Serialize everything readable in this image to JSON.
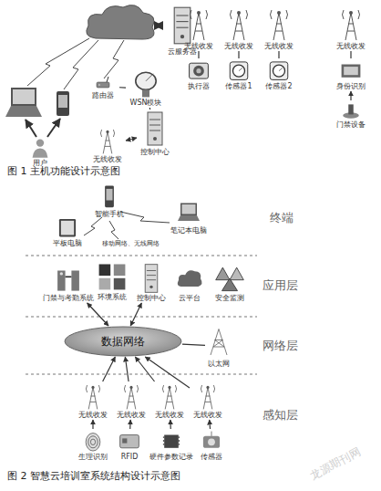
{
  "diagram": {
    "nodes": [
      {
        "text": [
          "云服务器"
        ]
      },
      {
        "text": [
          "路由器"
        ]
      },
      {
        "text": [
          "WSN模块"
        ]
      },
      {
        "text": [
          "控制中心"
        ]
      },
      {
        "text": [
          "无线收发"
        ]
      },
      {
        "text": [
          "用户"
        ]
      },
      {
        "text": [
          "无线收发"
        ]
      },
      {
        "text": [
          "无线收发"
        ]
      },
      {
        "text": [
          "无线收发"
        ]
      },
      {
        "text": [
          "无线收发"
        ]
      },
      {
        "text": [
          "执行器"
        ]
      },
      {
        "text": [
          "传感器1"
        ]
      },
      {
        "text": [
          "传感器2"
        ]
      },
      {
        "text": [
          "身份识别"
        ]
      },
      {
        "text": [
          "门禁设备"
        ]
      },
      {
        "text": [
          "智能手机"
        ]
      },
      {
        "text": [
          "平板电脑"
        ]
      },
      {
        "text": [
          "笔记本电脑"
        ]
      },
      {
        "text": [
          "门禁与考勤系统"
        ]
      },
      {
        "text": [
          "环境系统"
        ]
      },
      {
        "text": [
          "控制中心"
        ]
      },
      {
        "text": [
          "云平台"
        ]
      },
      {
        "text": [
          "安全监测"
        ]
      },
      {
        "text": [
          "数据网络"
        ]
      },
      {
        "text": [
          "以太网"
        ]
      },
      {
        "text": [
          "无线收发"
        ]
      },
      {
        "text": [
          "无线收发"
        ]
      },
      {
        "text": [
          "无线收发"
        ]
      },
      {
        "text": [
          "无线收发"
        ]
      },
      {
        "text": [
          "生理识别"
        ]
      },
      {
        "text": [
          "RFID"
        ]
      },
      {
        "text": [
          "硬件参数记录"
        ]
      },
      {
        "text": [
          "传感器"
        ]
      }
    ],
    "edges": [
      {
        "from": 1,
        "to": 2,
        "arrow": "none"
      },
      {
        "from": 2,
        "to": 3,
        "arrow": "none"
      },
      {
        "from": 3,
        "to": 4,
        "arrow": "both"
      },
      {
        "from": 6,
        "to": 10,
        "arrow": "none"
      },
      {
        "from": 7,
        "to": 11,
        "arrow": "none"
      },
      {
        "from": 8,
        "to": 12,
        "arrow": "none"
      },
      {
        "from": 9,
        "to": 13,
        "arrow": "none"
      },
      {
        "from": 14,
        "to": 13,
        "arrow": "to"
      },
      {
        "from": 23,
        "to": 18,
        "arrow": "both"
      },
      {
        "from": 23,
        "to": 20,
        "arrow": "both"
      },
      {
        "from": 24,
        "to": 23,
        "arrow": "none"
      },
      {
        "from": 25,
        "to": 23,
        "arrow": "to"
      },
      {
        "from": 26,
        "to": 23,
        "arrow": "to"
      },
      {
        "from": 27,
        "to": 23,
        "arrow": "to"
      },
      {
        "from": 28,
        "to": 23,
        "arrow": "to"
      },
      {
        "from": 29,
        "to": 25,
        "arrow": "to"
      },
      {
        "from": 30,
        "to": 26,
        "arrow": "to"
      },
      {
        "from": 31,
        "to": 27,
        "arrow": "to"
      },
      {
        "from": 32,
        "to": 28,
        "arrow": "to"
      }
    ],
    "labels": [
      "图 1 主机功能设计示意图",
      "移动网络、无线网络",
      "终端",
      "应用层",
      "网络层",
      "感知层",
      "图 2 智慧云培训室系统结构设计示意图",
      "龙源期刊网"
    ]
  }
}
